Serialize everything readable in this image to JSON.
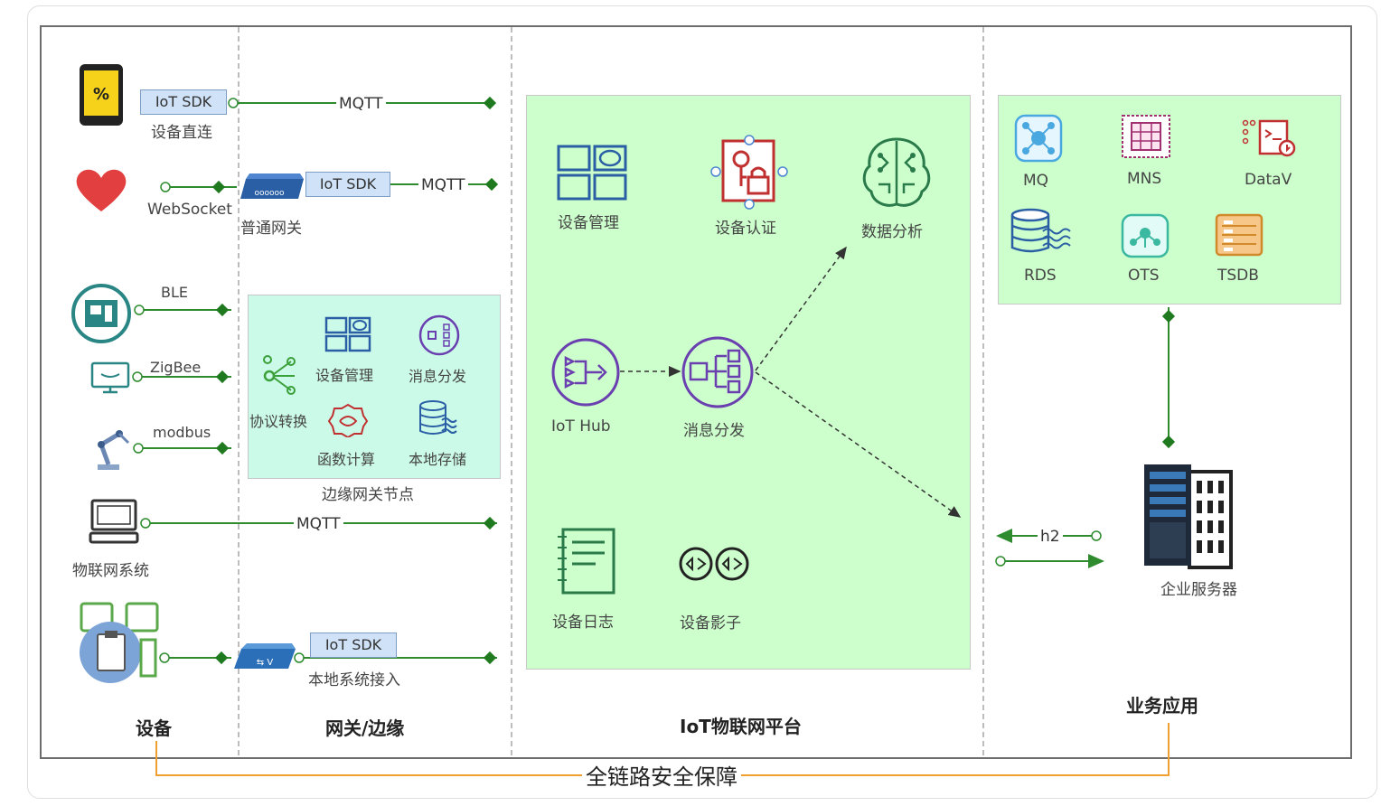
{
  "columns": {
    "devices": "设备",
    "gateway": "网关/边缘",
    "platform": "IoT物联网平台",
    "business": "业务应用"
  },
  "footer": "全链路安全保障",
  "devices": {
    "direct_sdk": "IoT SDK",
    "direct_label": "设备直连",
    "websocket": "WebSocket",
    "ble": "BLE",
    "zigbee": "ZigBee",
    "modbus": "modbus",
    "iot_system": "物联网系统"
  },
  "protocols": {
    "mqtt1": "MQTT",
    "mqtt2": "MQTT",
    "mqtt3": "MQTT",
    "h2": "h2"
  },
  "gateway": {
    "common_sdk": "IoT SDK",
    "common_label": "普通网关",
    "local_sdk": "IoT SDK",
    "local_label": "本地系统接入",
    "edge_title": "边缘网关节点",
    "edge_items": [
      "设备管理",
      "消息分发",
      "协议转换",
      "函数计算",
      "本地存储"
    ]
  },
  "platform": {
    "device_mgmt": "设备管理",
    "device_auth": "设备认证",
    "data_analysis": "数据分析",
    "iot_hub": "IoT Hub",
    "msg_dispatch": "消息分发",
    "device_log": "设备日志",
    "device_shadow": "设备影子"
  },
  "business": {
    "services": [
      "MQ",
      "MNS",
      "DataV",
      "RDS",
      "OTS",
      "TSDB"
    ],
    "server": "企业服务器"
  },
  "colors": {
    "platform_bg": "#ccffcc",
    "edge_bg": "#ccfae8",
    "line": "#2e8b2e",
    "security": "#f0a030",
    "icon_purple": "#6a3fb0",
    "icon_blue": "#2a5fa5"
  }
}
